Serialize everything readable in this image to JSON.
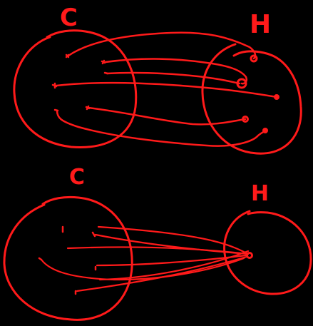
{
  "colors": {
    "background": "#000000",
    "ink": "#ff1a1a"
  },
  "top_diagram": {
    "left_set_label": "C",
    "right_set_label": "H"
  },
  "bottom_diagram": {
    "left_set_label": "C",
    "right_set_label": "H"
  }
}
